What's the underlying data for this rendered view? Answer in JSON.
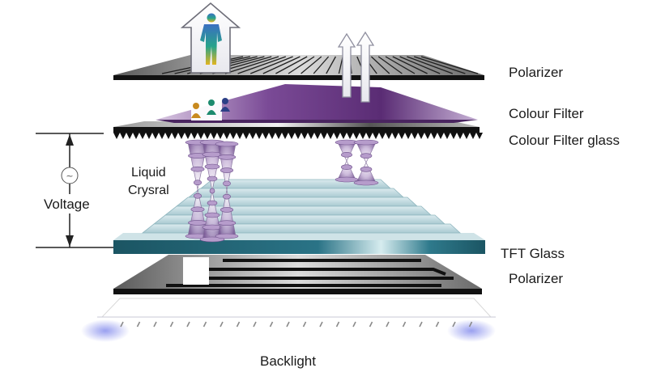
{
  "layers": {
    "polarizer_top": "Polarizer",
    "colour_filter": "Colour Filter",
    "colour_filter_glass": "Colour Filter glass",
    "tft_glass": "TFT Glass",
    "polarizer_bottom": "Polarizer",
    "backlight": "Backlight"
  },
  "liquid_crystal": {
    "line1": "Liquid",
    "line2": "Crysral"
  },
  "voltage": {
    "label": "Voltage",
    "symbol": "~"
  },
  "colors": {
    "filter_purple": "#6e3d8a",
    "tft_teal": "#1d5d6e",
    "crystal_plate": "#bcd7dd",
    "backlight_glow": "#8e95ee",
    "frame_black": "#111111"
  }
}
